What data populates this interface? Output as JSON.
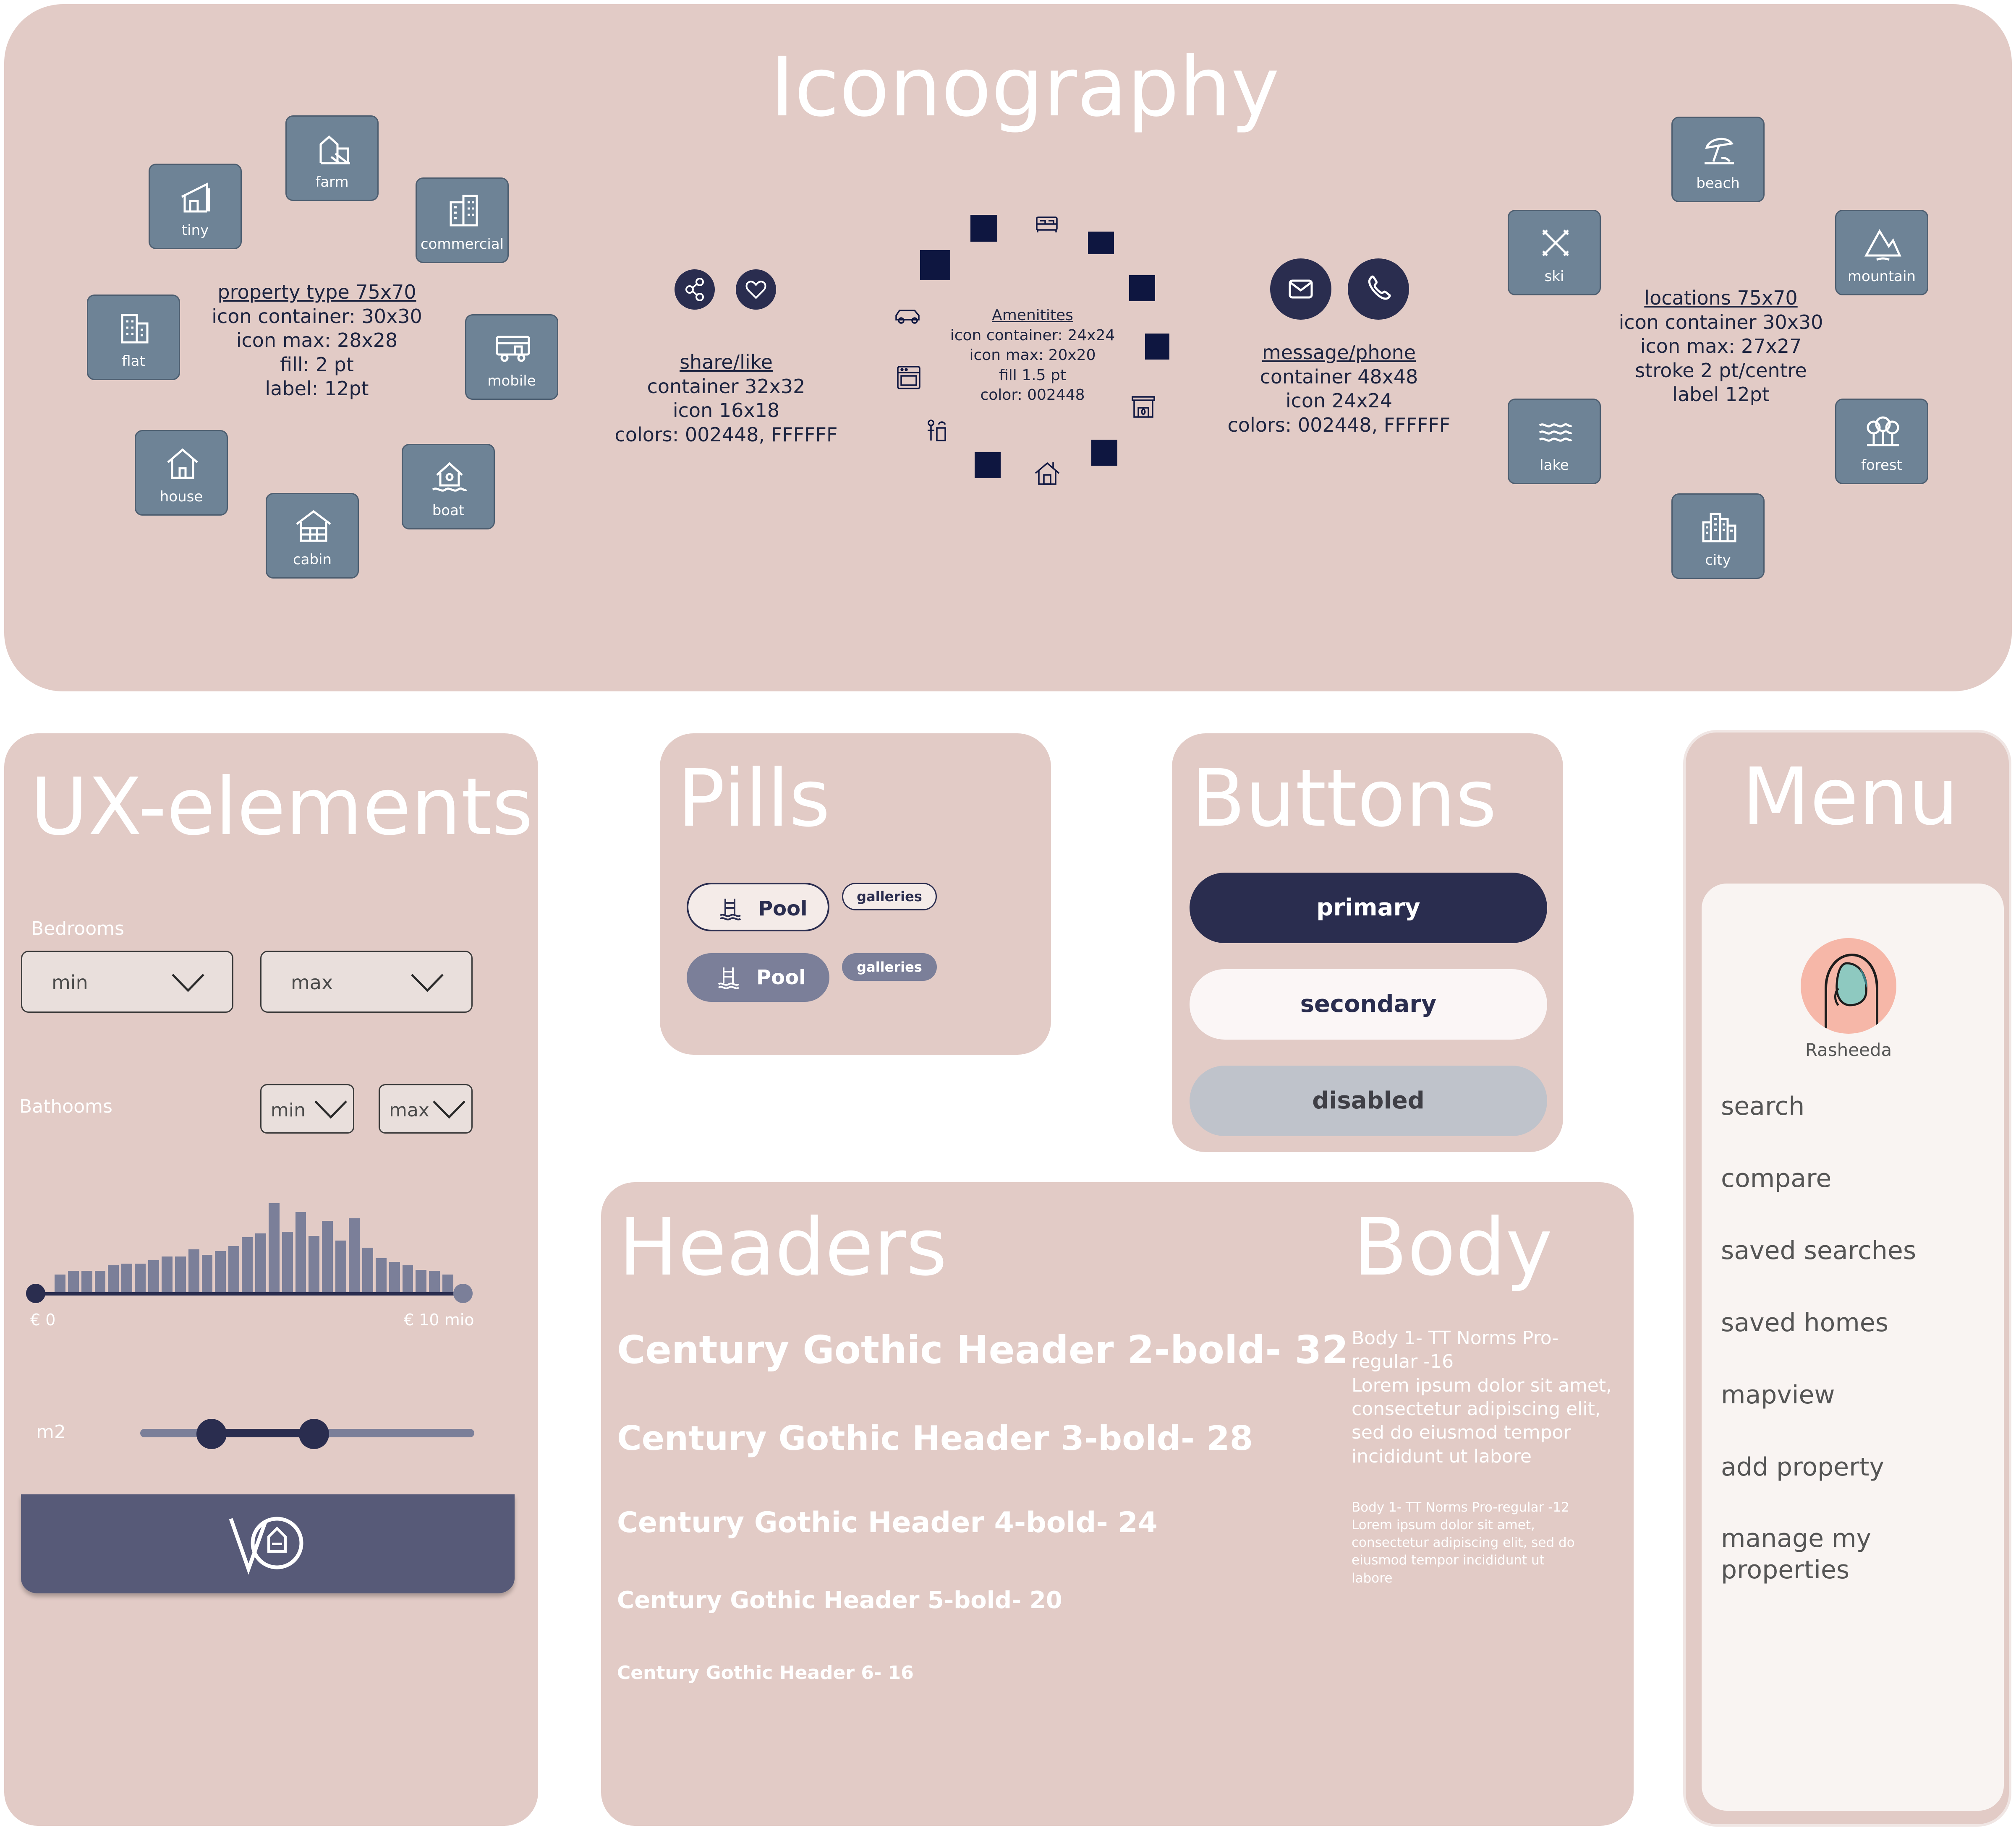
{
  "iconography": {
    "title": "Iconography",
    "property_types": {
      "spec": [
        "property type 75x70",
        "icon container: 30x30",
        "icon max: 28x28",
        "fill: 2 pt",
        "label: 12pt"
      ],
      "tiles": [
        "farm",
        "tiny",
        "commercial",
        "flat",
        "mobile",
        "house",
        "boat",
        "cabin"
      ]
    },
    "share_like": {
      "spec": [
        "share/like",
        "container 32x32",
        "icon 16x18",
        "colors: 002448, FFFFFF"
      ]
    },
    "amenities": {
      "spec": [
        "Amenitites",
        "icon container: 24x24",
        "icon max: 20x20",
        "fill 1.5 pt",
        "color: 002448"
      ]
    },
    "message_phone": {
      "spec": [
        "message/phone",
        "container 48x48",
        "icon 24x24",
        "colors: 002448, FFFFFF"
      ]
    },
    "locations": {
      "spec": [
        "locations 75x70",
        "icon container 30x30",
        "icon max: 27x27",
        "stroke 2 pt/centre",
        "label 12pt"
      ],
      "tiles": [
        "beach",
        "ski",
        "mountain",
        "lake",
        "forest",
        "city"
      ]
    }
  },
  "ux": {
    "title": "UX-elements",
    "bedrooms_label": "Bedrooms",
    "bedrooms_min": "min",
    "bedrooms_max": "max",
    "bathrooms_label": "Bathooms",
    "bathrooms_min": "min",
    "bathrooms_max": "max",
    "price_min": "€ 0",
    "price_max": "€ 10 mio",
    "histogram": [
      0.2,
      0.24,
      0.24,
      0.24,
      0.3,
      0.32,
      0.32,
      0.36,
      0.4,
      0.4,
      0.48,
      0.42,
      0.46,
      0.52,
      0.62,
      0.66,
      1.0,
      0.68,
      0.9,
      0.63,
      0.8,
      0.58,
      0.83,
      0.5,
      0.38,
      0.34,
      0.3,
      0.25,
      0.24,
      0.2
    ],
    "area_label": "m2"
  },
  "pills": {
    "title": "Pills",
    "pool_label": "Pool",
    "galleries_label": "galleries"
  },
  "buttons": {
    "title": "Buttons",
    "primary": "primary",
    "secondary": "secondary",
    "disabled": "disabled"
  },
  "headers": {
    "title": "Headers",
    "h2": "Century Gothic Header 2-bold- 32",
    "h3": "Century Gothic Header 3-bold- 28",
    "h4": "Century Gothic Header 4-bold- 24",
    "h5": "Century Gothic Header 5-bold- 20",
    "h6": "Century Gothic Header 6- 16"
  },
  "body": {
    "title": "Body",
    "body1_lines": [
      "Body 1- TT Norms Pro-",
      "regular -16",
      "Lorem ipsum dolor sit amet,",
      "consectetur adipiscing elit,",
      "sed do eiusmod tempor",
      "incididunt ut labore"
    ],
    "body2_lines": [
      "Body 1- TT Norms Pro-regular -12",
      "Lorem ipsum dolor sit amet,",
      "consectetur adipiscing elit, sed do",
      "eiusmod tempor incididunt ut",
      "labore"
    ]
  },
  "menu": {
    "title": "Menu",
    "user_name": "Rasheeda",
    "items": [
      "search",
      "compare",
      "saved searches",
      "saved homes",
      "mapview",
      "add property",
      "manage my properties"
    ]
  },
  "colors": {
    "panel": "#e2cbc6",
    "navy": "#2a2d4f",
    "tile": "#6e8396",
    "disabled": "#bfc3cb"
  }
}
